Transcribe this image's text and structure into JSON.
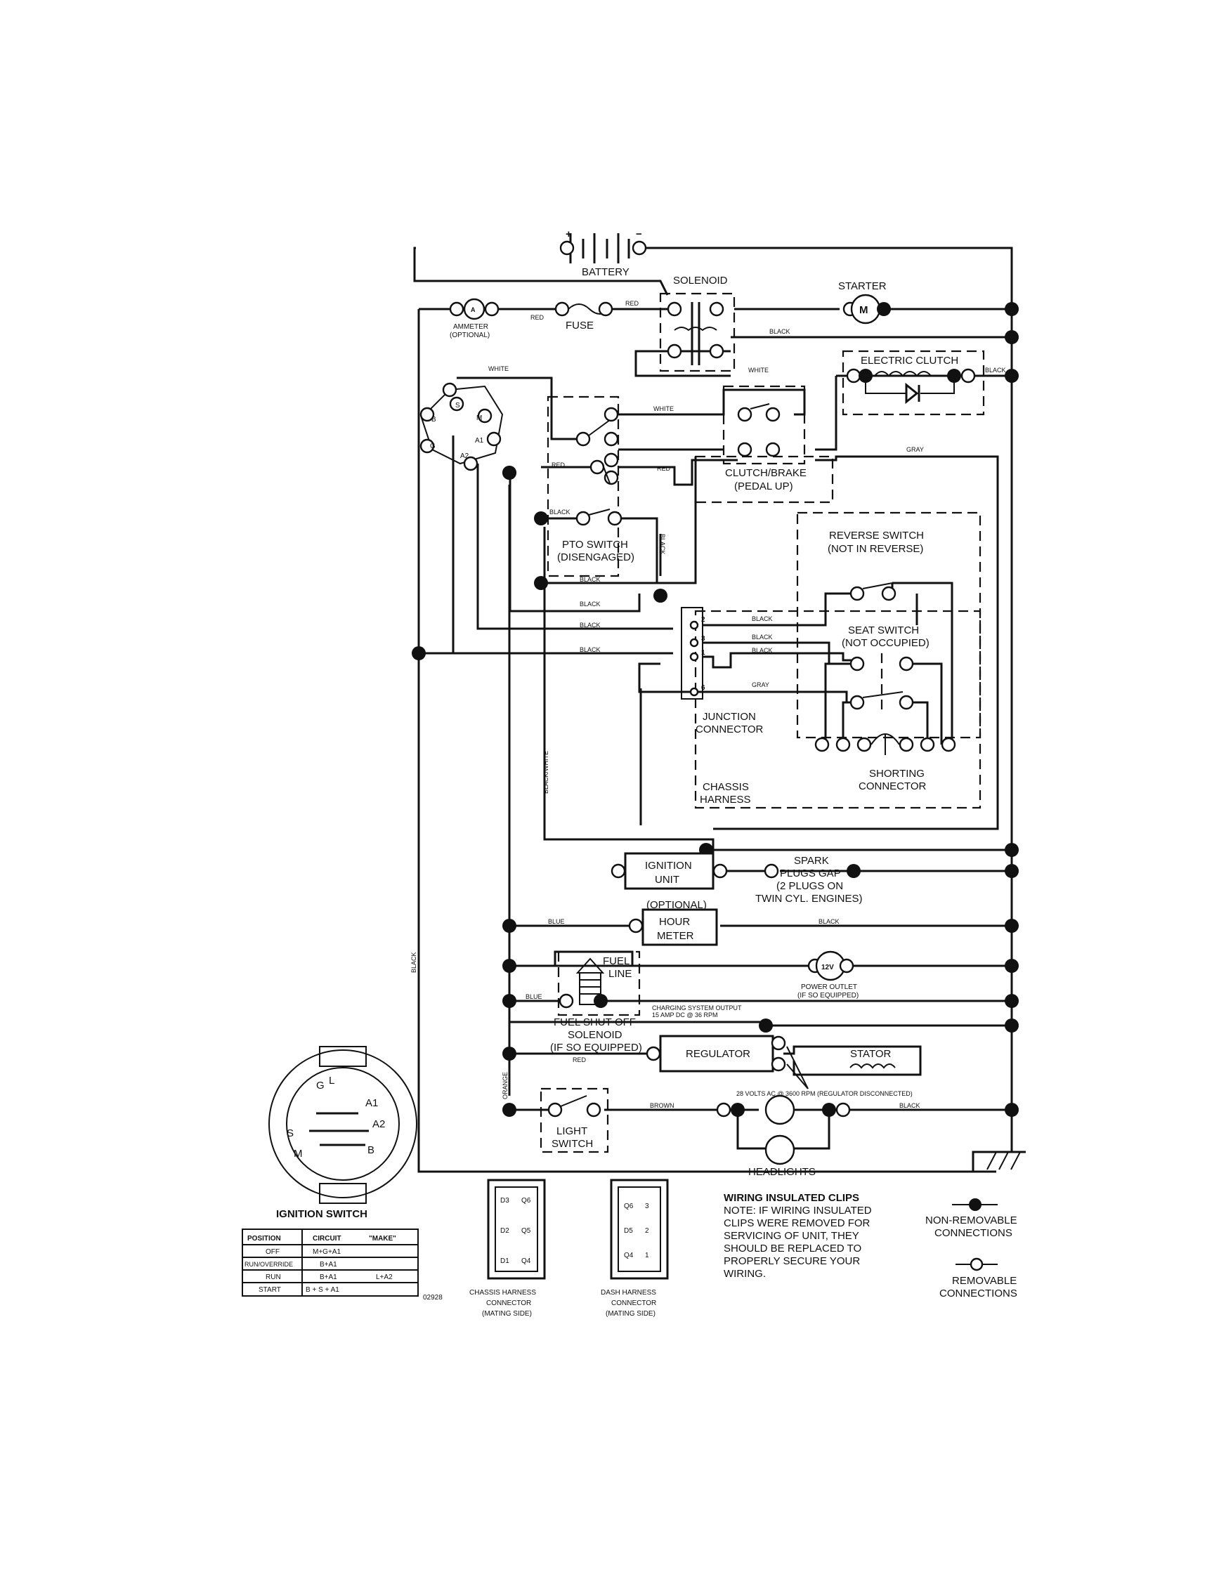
{
  "battery": {
    "label": "BATTERY",
    "plus": "+",
    "minus": "−"
  },
  "solenoid": "SOLENOID",
  "starter": {
    "label": "STARTER",
    "symbol": "M"
  },
  "ammeter": {
    "label1": "AMMETER",
    "label2": "(OPTIONAL)",
    "symbol": "A"
  },
  "fuse": "FUSE",
  "electric_clutch": "ELECTRIC CLUTCH",
  "clutch_brake": {
    "line1": "CLUTCH/BRAKE",
    "line2": "(PEDAL UP)"
  },
  "pto_switch": {
    "line1": "PTO SWITCH",
    "line2": "(DISENGAGED)"
  },
  "reverse_switch": {
    "line1": "REVERSE SWITCH",
    "line2": "(NOT IN REVERSE)"
  },
  "seat_switch": {
    "line1": "SEAT SWITCH",
    "line2": "(NOT OCCUPIED)"
  },
  "junction_connector": {
    "line1": "JUNCTION",
    "line2": "CONNECTOR",
    "pins": [
      "2",
      "3",
      "1",
      "6"
    ]
  },
  "shorting_connector": {
    "line1": "SHORTING",
    "line2": "CONNECTOR"
  },
  "chassis_harness": {
    "line1": "CHASSIS",
    "line2": "HARNESS"
  },
  "ignition_unit": {
    "line1": "IGNITION",
    "line2": "UNIT"
  },
  "spark_plugs": {
    "line1": "SPARK",
    "line2": "PLUGS GAP",
    "line3": "(2 PLUGS ON",
    "line4": "TWIN CYL. ENGINES)"
  },
  "hour_meter": {
    "optional": "(OPTIONAL)",
    "line1": "HOUR",
    "line2": "METER"
  },
  "fuel_line": {
    "line1": "FUEL",
    "line2": "LINE"
  },
  "power_outlet": {
    "symbol": "12V",
    "line1": "POWER OUTLET",
    "line2": "(IF SO EQUIPPED)"
  },
  "fuel_shutoff": {
    "line1": "FUEL SHUT-OFF",
    "line2": "SOLENOID",
    "line3": "(IF SO EQUIPPED)"
  },
  "charging_output": {
    "line1": "CHARGING SYSTEM OUTPUT",
    "line2": "15 AMP DC @ 36 RPM"
  },
  "regulator": "REGULATOR",
  "stator": "STATOR",
  "stator_note": "28 VOLTS AC @ 3600 RPM (REGULATOR DISCONNECTED)",
  "light_switch": {
    "line1": "LIGHT",
    "line2": "SWITCH"
  },
  "headlights": "HEADLIGHTS",
  "wire_colors": {
    "red": "RED",
    "black": "BLACK",
    "white": "WHITE",
    "gray": "GRAY",
    "blue": "BLUE",
    "orange": "ORANGE",
    "brown": "BROWN",
    "black_white": "BLACK/WHITE"
  },
  "ignition_switch": {
    "title": "IGNITION SWITCH",
    "terminals": [
      "G",
      "L",
      "A1",
      "A2",
      "B",
      "M",
      "S"
    ],
    "table": {
      "headers": [
        "POSITION",
        "CIRCUIT",
        "\"MAKE\""
      ],
      "rows": [
        [
          "OFF",
          "M+G+A1",
          ""
        ],
        [
          "RUN/OVERRIDE",
          "B+A1",
          ""
        ],
        [
          "RUN",
          "B+A1",
          "L+A2"
        ],
        [
          "START",
          "B + S + A1",
          ""
        ]
      ]
    }
  },
  "figure_number": "02928",
  "chassis_connector": {
    "line1": "CHASSIS HARNESS",
    "line2": "CONNECTOR",
    "line3": "(MATING SIDE)",
    "pins": [
      "D3",
      "D2",
      "D1",
      "Q6",
      "Q5",
      "Q4"
    ]
  },
  "dash_connector": {
    "line1": "DASH HARNESS",
    "line2": "CONNECTOR",
    "line3": "(MATING SIDE)",
    "pins": [
      "Q6",
      "D5",
      "Q4",
      "3",
      "2",
      "1"
    ]
  },
  "clips_note": {
    "title": "WIRING INSULATED CLIPS",
    "lines": [
      "NOTE: IF WIRING INSULATED",
      "CLIPS WERE REMOVED FOR",
      "SERVICING OF UNIT, THEY",
      "SHOULD BE REPLACED TO",
      "PROPERLY SECURE YOUR",
      "WIRING."
    ]
  },
  "legend": {
    "non_removable": [
      "NON-REMOVABLE",
      "CONNECTIONS"
    ],
    "removable": [
      "REMOVABLE",
      "CONNECTIONS"
    ]
  }
}
